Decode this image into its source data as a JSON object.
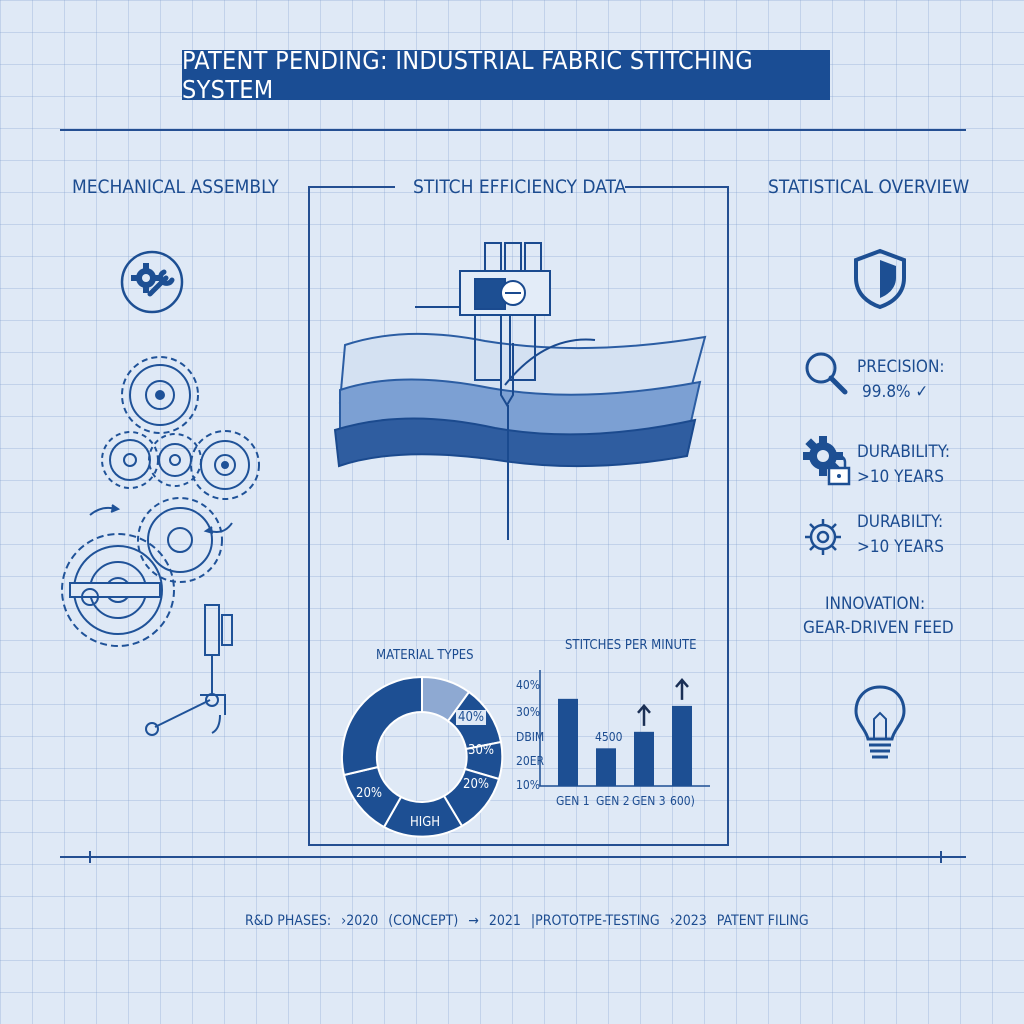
{
  "title": "PATENT PENDING: INDUSTRIAL FABRIC STITCHING SYSTEM",
  "columns": {
    "left": "MECHANICAL ASSEMBLY",
    "center": "STITCH EFFICIENCY DATA",
    "right": "STATISTICAL OVERVIEW"
  },
  "stats": [
    {
      "icon": "magnifier-icon",
      "label": "PRECISION:",
      "value": "99.8% ✓"
    },
    {
      "icon": "gear-lock-icon",
      "label": "DURABILITY:",
      "value": ">10 YEARS"
    },
    {
      "icon": "gear-icon",
      "label": "DURABILTY:",
      "value": ">10 YEARS"
    },
    {
      "icon": "",
      "label": "INNOVATION:",
      "value": "GEAR-DRIVEN FEED"
    }
  ],
  "donut": {
    "title": "MATERIAL TYPES",
    "labels": [
      "40%",
      "30%",
      "20%",
      "20%",
      "HIGH"
    ]
  },
  "chart_data": {
    "type": "bar",
    "title": "STITCHES PER MINUTE",
    "categories": [
      "GEN 1",
      "GEN 2",
      "GEN 3",
      "600)"
    ],
    "values": [
      37,
      16,
      23,
      34
    ],
    "ytick_labels": [
      "40%",
      "30%",
      "DBIM",
      "20ER",
      "10%"
    ],
    "annotations": [
      "4500"
    ],
    "ylim": [
      0,
      45
    ],
    "color": "#1d4f93"
  },
  "timeline": [
    "R&D PHASES:",
    "›2020",
    "(CONCEPT)",
    "→",
    "2021",
    "|PROTOTPE-TESTING",
    "›2023",
    "PATENT FILING"
  ]
}
